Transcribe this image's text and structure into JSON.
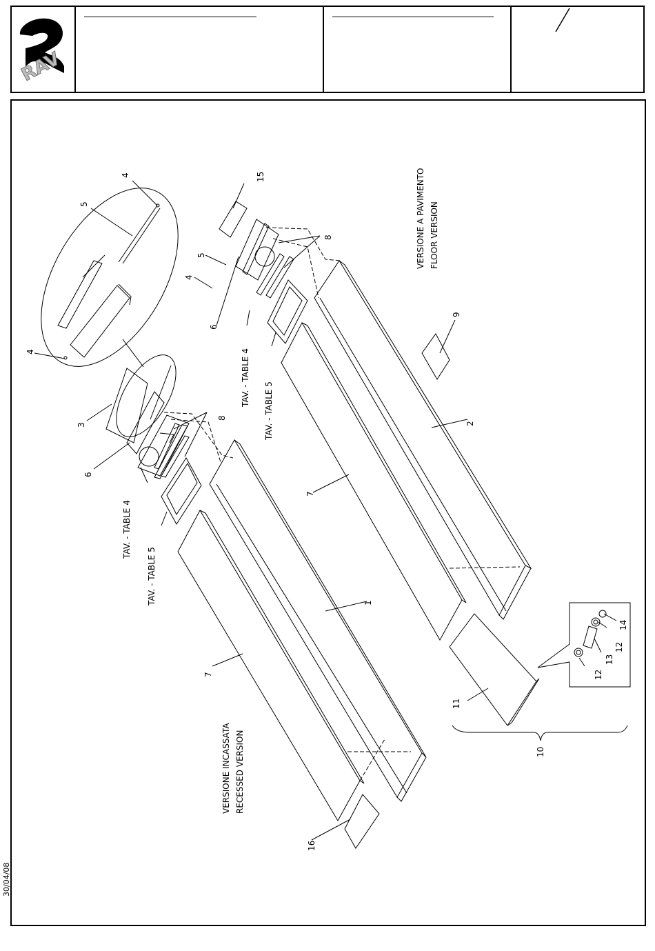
{
  "header": {
    "logo_text": "RAV",
    "title_cell": "",
    "code_cell": "",
    "page_cell": ""
  },
  "date": "30/04/08",
  "labels": {
    "tav_table_4": "TAV. - TABLE 4",
    "tav_table_5": "TAV. - TABLE 5",
    "recessed_it": "VERSIONE INCASSATA",
    "recessed_en": "RECESSED VERSION",
    "floor_it": "VERSIONE A PAVIMENTO",
    "floor_en": "FLOOR VERSION"
  },
  "callouts": {
    "n1": "1",
    "n2": "2",
    "n3": "3",
    "n4": "4",
    "n5": "5",
    "n6": "6",
    "n7": "7",
    "n8": "8",
    "n9": "9",
    "n10": "10",
    "n11": "11",
    "n12": "12",
    "n13": "13",
    "n14": "14",
    "n15": "15",
    "n16": "16"
  }
}
